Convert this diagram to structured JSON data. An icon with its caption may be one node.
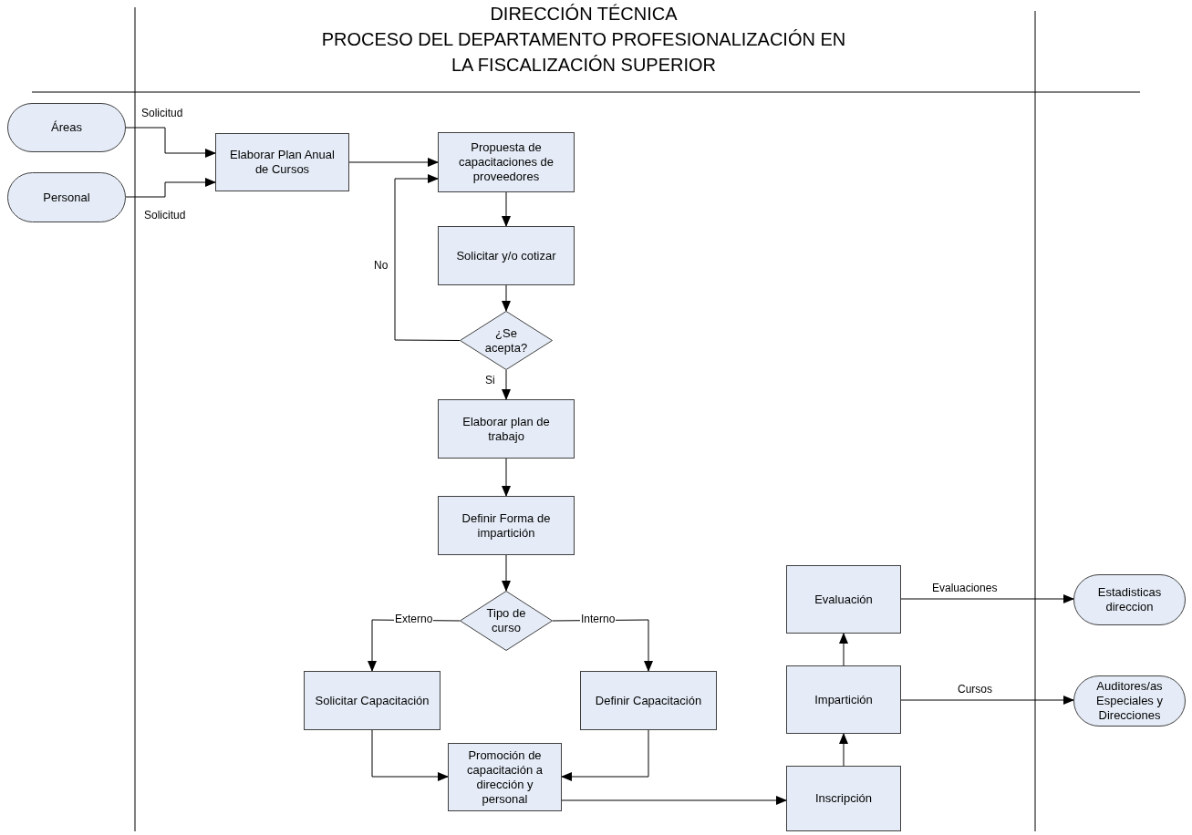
{
  "diagram": {
    "title": "PROCESO DEL DEPARTAMENTO PROFESIONALIZACIÓN EN LA FISCALIZACIÓN SUPERIOR",
    "nodes": [
      {
        "text": [
          "Áreas"
        ]
      },
      {
        "text": [
          "Personal"
        ]
      },
      {
        "text": [
          "Elaborar Plan Anual de Cursos"
        ]
      },
      {
        "text": [
          "Propuesta de capacitaciones de proveedores"
        ]
      },
      {
        "text": [
          "Solicitar y/o cotizar"
        ]
      },
      {
        "text": [
          "¿Se acepta?"
        ]
      },
      {
        "text": [
          "Elaborar plan de trabajo"
        ]
      },
      {
        "text": [
          "Definir Forma de impartición"
        ]
      },
      {
        "text": [
          "Tipo de curso"
        ]
      },
      {
        "text": [
          "Solicitar Capacitación"
        ]
      },
      {
        "text": [
          "Definir Capacitación"
        ]
      },
      {
        "text": [
          "Promoción de capacitación a dirección y personal"
        ]
      },
      {
        "text": [
          "Inscripción"
        ]
      },
      {
        "text": [
          "Impartición"
        ]
      },
      {
        "text": [
          "Evaluación"
        ]
      },
      {
        "text": [
          "Estadisticas direccion"
        ]
      },
      {
        "text": [
          "Auditores/as Especiales y Direcciones"
        ]
      }
    ],
    "edges": [
      {
        "from": 0,
        "to": 2,
        "arrow": "to",
        "label": "Solicitud"
      },
      {
        "from": 1,
        "to": 2,
        "arrow": "to",
        "label": "Solicitud"
      },
      {
        "from": 2,
        "to": 3,
        "arrow": "to"
      },
      {
        "from": 3,
        "to": 4,
        "arrow": "to"
      },
      {
        "from": 4,
        "to": 5,
        "arrow": "to"
      },
      {
        "from": 5,
        "to": 3,
        "arrow": "to",
        "label": "No"
      },
      {
        "from": 5,
        "to": 6,
        "arrow": "to",
        "label": "Si"
      },
      {
        "from": 6,
        "to": 7,
        "arrow": "to"
      },
      {
        "from": 7,
        "to": 8,
        "arrow": "to"
      },
      {
        "from": 8,
        "to": 9,
        "arrow": "to",
        "label": "Externo"
      },
      {
        "from": 8,
        "to": 10,
        "arrow": "to",
        "label": "Interno"
      },
      {
        "from": 9,
        "to": 11,
        "arrow": "to"
      },
      {
        "from": 10,
        "to": 11,
        "arrow": "to"
      },
      {
        "from": 11,
        "to": 12,
        "arrow": "to"
      },
      {
        "from": 12,
        "to": 13,
        "arrow": "to"
      },
      {
        "from": 13,
        "to": 14,
        "arrow": "to"
      },
      {
        "from": 14,
        "to": 15,
        "arrow": "to",
        "label": "Evaluaciones"
      },
      {
        "from": 13,
        "to": 16,
        "arrow": "to",
        "label": "Cursos"
      }
    ],
    "labels": [
      "DIRECCIÓN TÉCNICA"
    ]
  }
}
